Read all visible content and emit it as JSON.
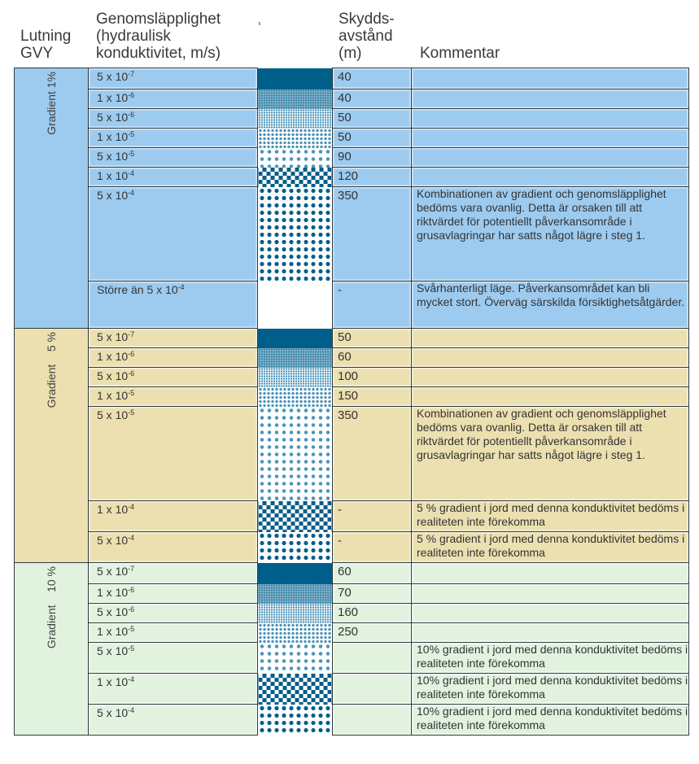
{
  "header": {
    "col1": "Lutning\nGVY",
    "col2": "Genomsläpplighet\n(hydraulisk\nkonduktivitet, m/s)",
    "col3": "",
    "col4": "Skydds-\navstånd\n(m)",
    "col5": "Kommentar"
  },
  "colors": {
    "gradient_1": "#9dcbf0",
    "gradient_5": "#ece0b0",
    "gradient_10": "#e1f3df",
    "pattern_blue": "#005e8a"
  },
  "groups": [
    {
      "label": "Gradient 1%",
      "rows": [
        {
          "base": "5 x 10",
          "exp": "-7",
          "pattern": "solid",
          "distance": "40",
          "comment": ""
        },
        {
          "base": "1 x 10",
          "exp": "-6",
          "pattern": "dense",
          "distance": "40",
          "comment": ""
        },
        {
          "base": "5 x 10",
          "exp": "-6",
          "pattern": "medium",
          "distance": "50",
          "comment": ""
        },
        {
          "base": "1 x 10",
          "exp": "-5",
          "pattern": "light",
          "distance": "50",
          "comment": ""
        },
        {
          "base": "5 x 10",
          "exp": "-5",
          "pattern": "sparse",
          "distance": "90",
          "comment": ""
        },
        {
          "base": "1 x 10",
          "exp": "-4",
          "pattern": "checker",
          "distance": "120",
          "comment": ""
        },
        {
          "base": "5 x 10",
          "exp": "-4",
          "pattern": "diamond",
          "distance": "350",
          "comment": "Kombinationen av gradient och genomsläpplighet bedöms vara ovanlig. Detta är orsaken till att riktvärdet för potentiellt påverkansområde i grusavlagringar har satts något lägre i steg 1."
        },
        {
          "base": "Större än 5 x 10",
          "exp": "-4",
          "pattern": "white",
          "distance": "-",
          "comment": "Svårhanterligt läge. Påverkansområdet kan bli mycket stort. Överväg särskilda försiktighetsåtgärder."
        }
      ]
    },
    {
      "label": "Gradient    5 %",
      "rows": [
        {
          "base": "5 x 10",
          "exp": "-7",
          "pattern": "solid",
          "distance": "50",
          "comment": ""
        },
        {
          "base": "1 x 10",
          "exp": "-6",
          "pattern": "dense",
          "distance": "60",
          "comment": ""
        },
        {
          "base": "5 x 10",
          "exp": "-6",
          "pattern": "medium",
          "distance": "100",
          "comment": ""
        },
        {
          "base": "1 x 10",
          "exp": "-5",
          "pattern": "light",
          "distance": "150",
          "comment": ""
        },
        {
          "base": "5 x 10",
          "exp": "-5",
          "pattern": "sparse",
          "distance": "350",
          "comment": "Kombinationen av gradient och genomsläpplighet bedöms vara ovanlig. Detta är orsaken till att riktvärdet för potentiellt påverkansområde i grusavlagringar har satts något lägre i steg 1."
        },
        {
          "base": "1 x 10",
          "exp": "-4",
          "pattern": "checker",
          "distance": "-",
          "comment": "5 % gradient i jord med denna konduktivitet bedöms i realiteten inte förekomma"
        },
        {
          "base": "5 x 10",
          "exp": "-4",
          "pattern": "diamond",
          "distance": "-",
          "comment": "5 % gradient i jord med denna konduktivitet bedöms i realiteten inte förekomma"
        }
      ]
    },
    {
      "label": "Gradient    10 %",
      "rows": [
        {
          "base": "5 x 10",
          "exp": "-7",
          "pattern": "solid",
          "distance": "60",
          "comment": ""
        },
        {
          "base": "1 x 10",
          "exp": "-6",
          "pattern": "dense",
          "distance": "70",
          "comment": ""
        },
        {
          "base": "5 x 10",
          "exp": "-6",
          "pattern": "medium",
          "distance": "160",
          "comment": ""
        },
        {
          "base": "1 x 10",
          "exp": "-5",
          "pattern": "light",
          "distance": "250",
          "comment": ""
        },
        {
          "base": "5 x 10",
          "exp": "-5",
          "pattern": "sparse",
          "distance": "",
          "comment": "10% gradient i jord med denna konduktivitet bedöms i realiteten inte förekomma"
        },
        {
          "base": "1 x 10",
          "exp": "-4",
          "pattern": "checker",
          "distance": "",
          "comment": "10% gradient i jord med denna konduktivitet bedöms i realiteten inte förekomma"
        },
        {
          "base": "5 x 10",
          "exp": "-4",
          "pattern": "diamond",
          "distance": "",
          "comment": "10% gradient i jord med denna konduktivitet bedöms i realiteten inte förekomma"
        }
      ]
    }
  ]
}
